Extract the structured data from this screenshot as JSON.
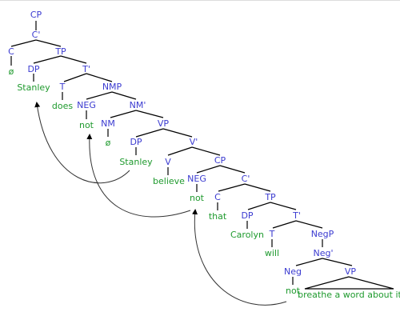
{
  "tree": {
    "categories": {
      "cp_root": "CP",
      "c_bar_root": "C'",
      "c_root": "C",
      "tp_main": "TP",
      "dp_subj": "DP",
      "t_bar_main": "T'",
      "t_main": "T",
      "nmp": "NMP",
      "neg_high": "NEG",
      "nm_bar": "NM'",
      "nm": "NM",
      "vp_main": "VP",
      "dp_low": "DP",
      "v_bar": "V'",
      "v": "V",
      "cp_emb": "CP",
      "neg_mid": "NEG",
      "c_bar_emb": "C'",
      "c_emb": "C",
      "tp_emb": "TP",
      "dp_emb": "DP",
      "t_bar_emb": "T'",
      "t_emb": "T",
      "negp": "NegP",
      "neg_bar": "Neg'",
      "neg_low": "Neg",
      "vp_emb": "VP"
    },
    "words": {
      "null_c": "ø",
      "stanley_high": "Stanley",
      "does": "does",
      "not_high": "not",
      "null_nm": "ø",
      "stanley_low": "Stanley",
      "believe": "believe",
      "not_mid": "not",
      "that": "that",
      "carolyn": "Carolyn",
      "will": "will",
      "not_low": "not",
      "breathe_phrase": "breathe a word about it"
    }
  },
  "colors": {
    "category": "#3b3bd0",
    "word": "#1f9a2e",
    "line": "#000000"
  }
}
